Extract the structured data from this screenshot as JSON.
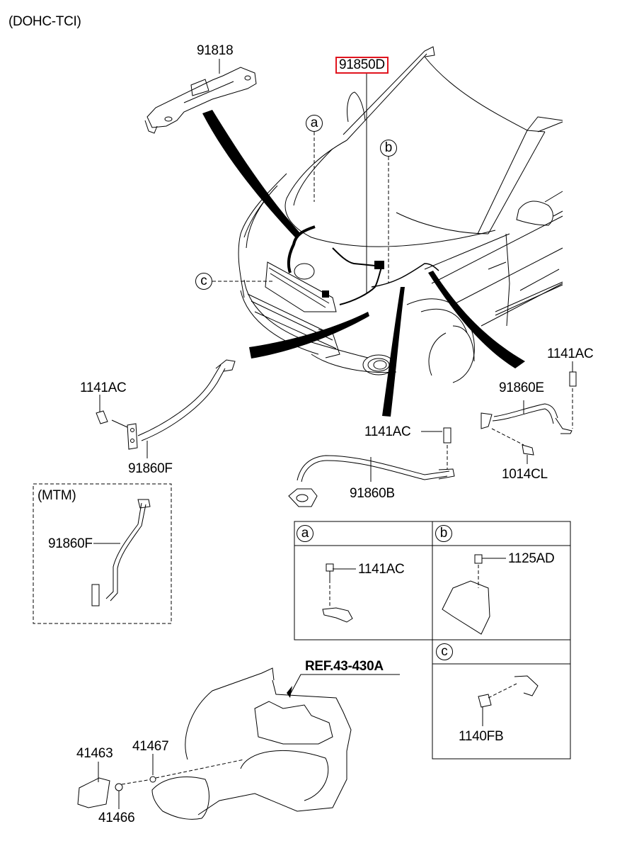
{
  "header": {
    "variant": "(DOHC-TCI)"
  },
  "highlight_color": "#e0141e",
  "callouts": {
    "a": "a",
    "b": "b",
    "c": "c"
  },
  "parts": {
    "p91818": "91818",
    "p91850D": "91850D",
    "p1141AC_left": "1141AC",
    "p91860F_main": "91860F",
    "p1141AC_right": "1141AC",
    "p91860E": "91860E",
    "p1014CL": "1014CL",
    "p1141AC_center": "1141AC",
    "p91860B": "91860B",
    "p41463": "41463",
    "p41467": "41467",
    "p41466": "41466"
  },
  "mtm_box": {
    "title": "(MTM)",
    "part": "91860F"
  },
  "detail_table": {
    "a": {
      "letter": "a",
      "part": "1141AC"
    },
    "b": {
      "letter": "b",
      "part": "1125AD"
    },
    "c": {
      "letter": "c",
      "part": "1140FB"
    }
  },
  "reference": "REF.43-430A"
}
